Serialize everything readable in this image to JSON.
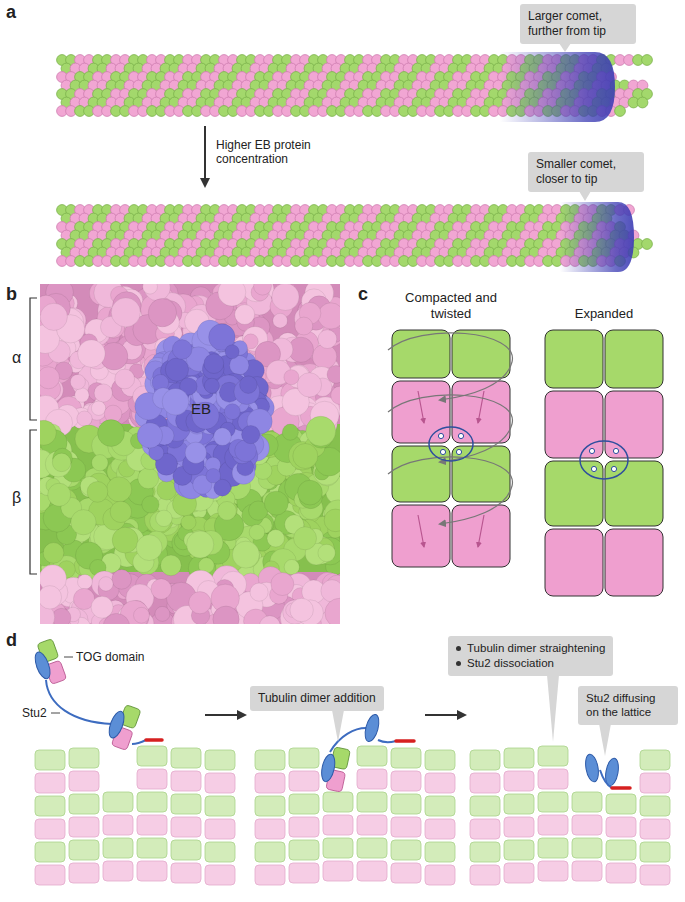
{
  "diagram": {
    "nodes": [
      {
        "text": [
          "Larger comet, further from tip"
        ]
      },
      {
        "text": [
          "Smaller comet, closer to tip"
        ]
      },
      {
        "text": [
          "Tubulin dimer addition"
        ]
      },
      {
        "text": [
          "Tubulin dimer straightening",
          "Stu2 dissociation"
        ]
      },
      {
        "text": [
          "Stu2 diffusing on the lattice"
        ]
      }
    ],
    "labels": [
      "a",
      "b",
      "c",
      "d",
      "Higher EB protein concentration",
      "α",
      "β",
      "EB",
      "Compacted and twisted",
      "Expanded",
      "TOG domain",
      "Stu2"
    ]
  }
}
